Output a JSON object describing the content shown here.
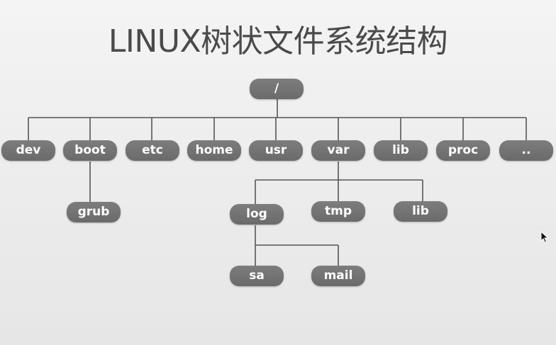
{
  "title": "LINUX树状文件系统结构",
  "nodes": {
    "root": "/",
    "dev": "dev",
    "boot": "boot",
    "etc": "etc",
    "home": "home",
    "usr": "usr",
    "var": "var",
    "lib": "lib",
    "proc": "proc",
    "more": "..",
    "grub": "grub",
    "log": "log",
    "tmp": "tmp",
    "var_lib": "lib",
    "sa": "sa",
    "mail": "mail"
  },
  "colors": {
    "node_fill": "#737373",
    "line": "#555555",
    "title": "#4a4a4a"
  }
}
